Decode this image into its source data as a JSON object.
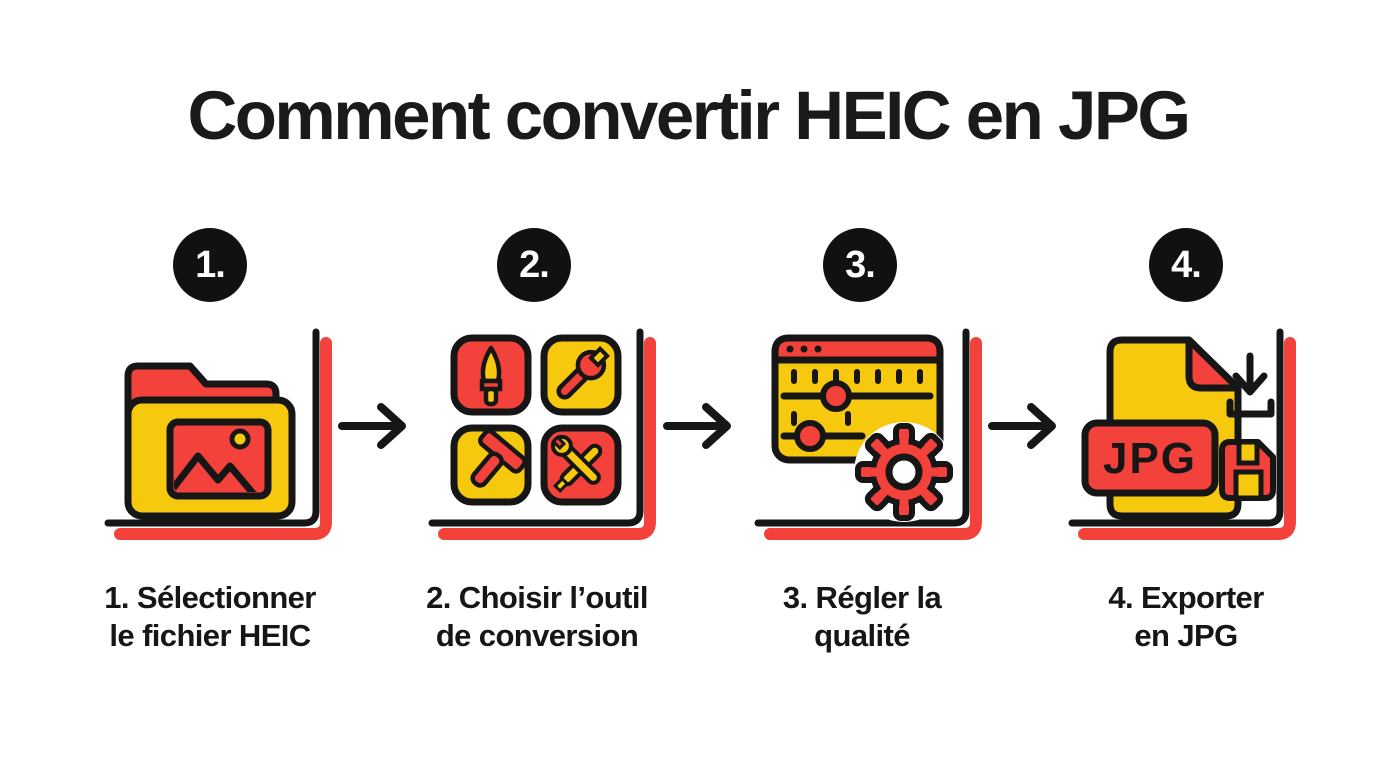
{
  "header": {
    "title": "Comment convertir HEIC en JPG"
  },
  "palette": {
    "accent_red": "#F2423B",
    "accent_yellow": "#F6C90E",
    "outline_black": "#161616",
    "badge_black": "#111111",
    "background": "#FFFFFF"
  },
  "steps": [
    {
      "badge": "1.",
      "icon": "folder-image-icon",
      "caption_line1": "1. Sélectionner",
      "caption_line2": "le fichier HEIC"
    },
    {
      "badge": "2.",
      "icon": "conversion-tools-icon",
      "caption_line1": "2. Choisir l’outil",
      "caption_line2": "de conversion"
    },
    {
      "badge": "3.",
      "icon": "quality-settings-icon",
      "caption_line1": "3. Régler la",
      "caption_line2": "qualité"
    },
    {
      "badge": "4.",
      "icon": "export-jpg-icon",
      "caption_line1": "4. Exporter",
      "caption_line2": "en JPG"
    }
  ],
  "icon_labels": {
    "jpg_badge": "JPG"
  }
}
